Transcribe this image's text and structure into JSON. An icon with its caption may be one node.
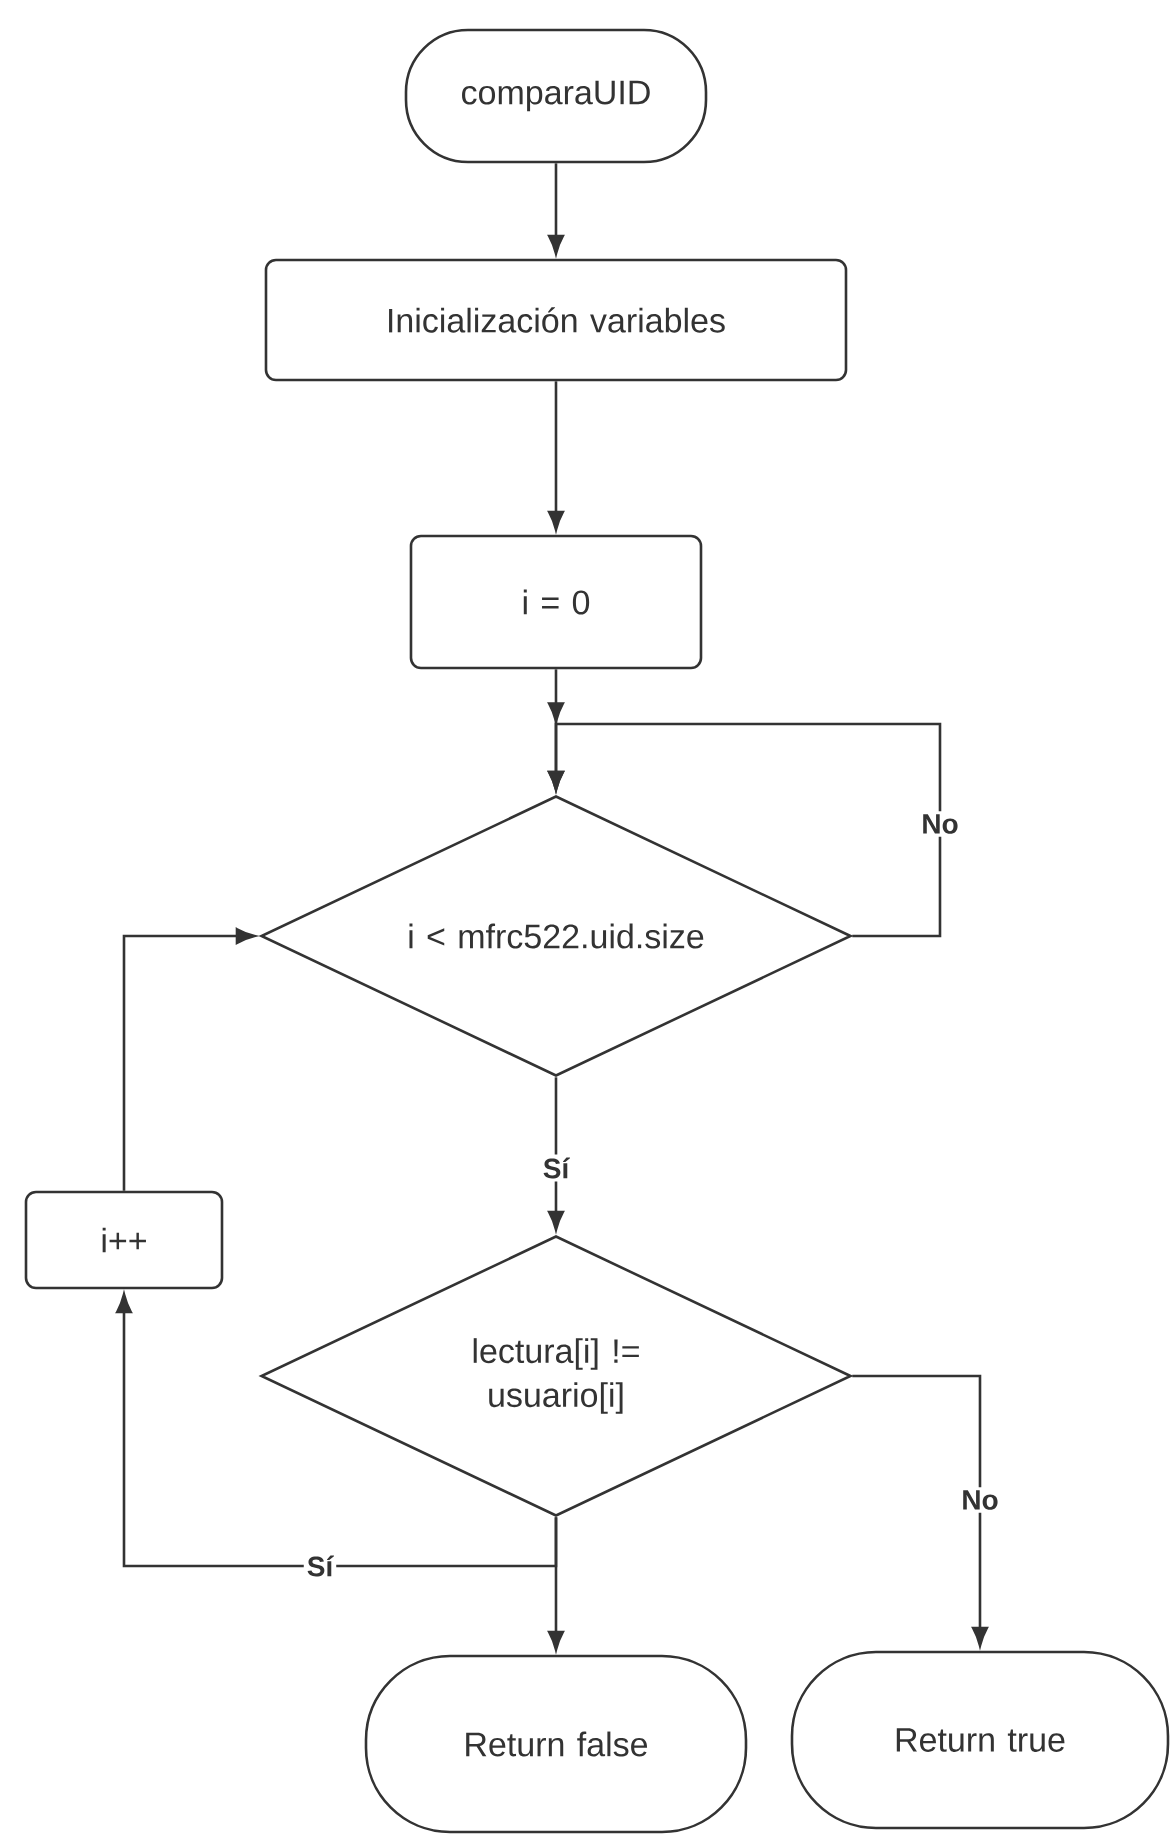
{
  "diagram": {
    "nodes": [
      {
        "text": [
          "comparaUID"
        ]
      },
      {
        "text": [
          "Inicialización variables"
        ]
      },
      {
        "text": [
          "i = 0"
        ]
      },
      {
        "text": [
          "i < mfrc522.uid.size"
        ]
      },
      {
        "text": [
          "i++"
        ]
      },
      {
        "text": [
          "lectura[i] != usuario[i]"
        ]
      },
      {
        "text": [
          "Return false"
        ]
      },
      {
        "text": [
          "Return true"
        ]
      }
    ],
    "edges": [
      {
        "from": 0,
        "to": 1,
        "arrow": "to"
      },
      {
        "from": 1,
        "to": 2,
        "arrow": "to"
      },
      {
        "from": 2,
        "to": 3,
        "arrow": "to"
      },
      {
        "from": 3,
        "to": 3,
        "arrow": "to",
        "label": "No"
      },
      {
        "from": 3,
        "to": 5,
        "arrow": "to",
        "label": "Sí"
      },
      {
        "from": 5,
        "to": 6,
        "arrow": "to"
      },
      {
        "from": 5,
        "to": 4,
        "arrow": "to",
        "label": "Sí"
      },
      {
        "from": 5,
        "to": 7,
        "arrow": "to",
        "label": "No"
      },
      {
        "from": 4,
        "to": 3,
        "arrow": "to"
      }
    ]
  }
}
